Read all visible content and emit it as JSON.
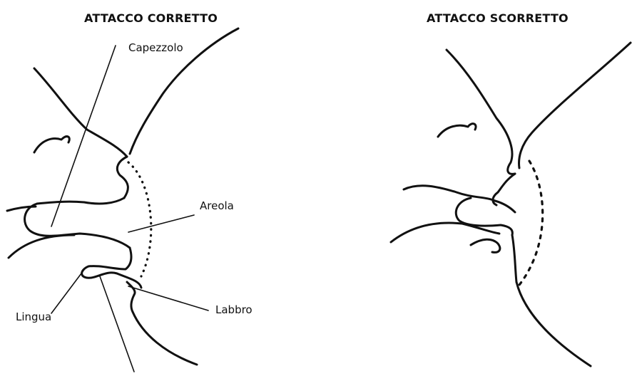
{
  "titles": {
    "correct": "ATTACCO CORRETTO",
    "incorrect": "ATTACCO SCORRETTO"
  },
  "labels": {
    "nipple": "Capezzolo",
    "areola": "Areola",
    "lip": "Labbro",
    "tongue": "Lingua"
  }
}
